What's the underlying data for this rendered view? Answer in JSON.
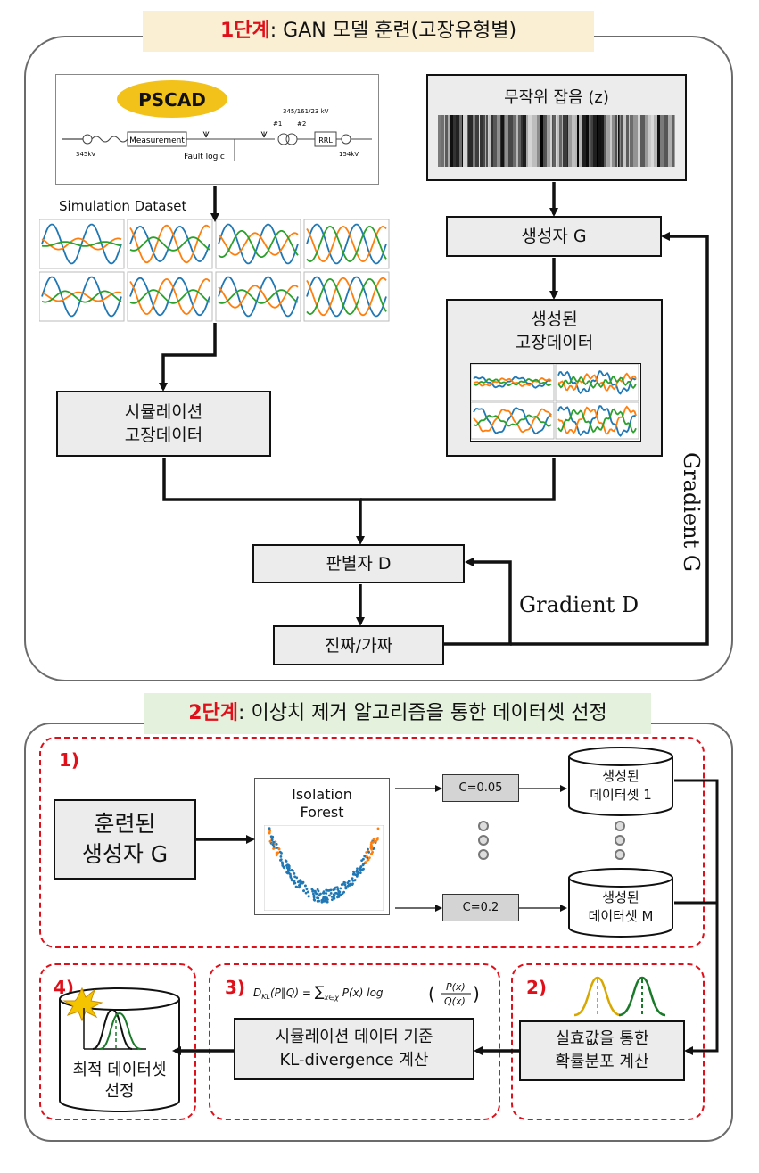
{
  "stage1": {
    "banner_num": "1단계",
    "banner_rest": ": GAN 모델 훈련(고장유형별)",
    "pscad_logo": "PSCAD",
    "circuit": {
      "voltage_rating": "345/161/23 kV",
      "left_kv": "345kV",
      "right_kv": "154kV",
      "measurement": "Measurement",
      "fault_logic": "Fault logic",
      "winding1": "#1",
      "winding2": "#2",
      "rrl": "RRL"
    },
    "simulation_dataset": "Simulation Dataset",
    "random_noise": "무작위 잡음 (z)",
    "generator": "생성자 G",
    "generated_fault_l1": "생성된",
    "generated_fault_l2": "고장데이터",
    "sim_fault_l1": "시뮬레이션",
    "sim_fault_l2": "고장데이터",
    "discriminator": "판별자 D",
    "real_fake": "진짜/가짜",
    "gradient_d": "Gradient D",
    "gradient_g": "Gradient G"
  },
  "stage2": {
    "banner_num": "2단계",
    "banner_rest": ": 이상치 제거 알고리즘을 통한 데이터셋 선정",
    "step1_num": "1)",
    "step2_num": "2)",
    "step3_num": "3)",
    "step4_num": "4)",
    "trained_gen_l1": "훈련된",
    "trained_gen_l2": "생성자 G",
    "isolation_l1": "Isolation",
    "isolation_l2": "Forest",
    "c1": "C=0.05",
    "c2": "C=0.2",
    "dataset1_l1": "생성된",
    "dataset1_l2": "데이터셋 1",
    "datasetM_l1": "생성된",
    "datasetM_l2": "데이터셋 M",
    "rms_l1": "실효값을 통한",
    "rms_l2": "확률분포 계산",
    "kl_l1": "시뮬레이션 데이터 기준",
    "kl_l2": "KL-divergence 계산",
    "best_l1": "최적 데이터셋",
    "best_l2": "선정"
  },
  "colors": {
    "accent_red": "#e0101a",
    "box_gray": "#ececec",
    "banner1": "#fbefd3",
    "banner2": "#e4f1dc",
    "wave_blue": "#1f77b4",
    "wave_orange": "#ff7f0e",
    "wave_green": "#2ca02c"
  }
}
